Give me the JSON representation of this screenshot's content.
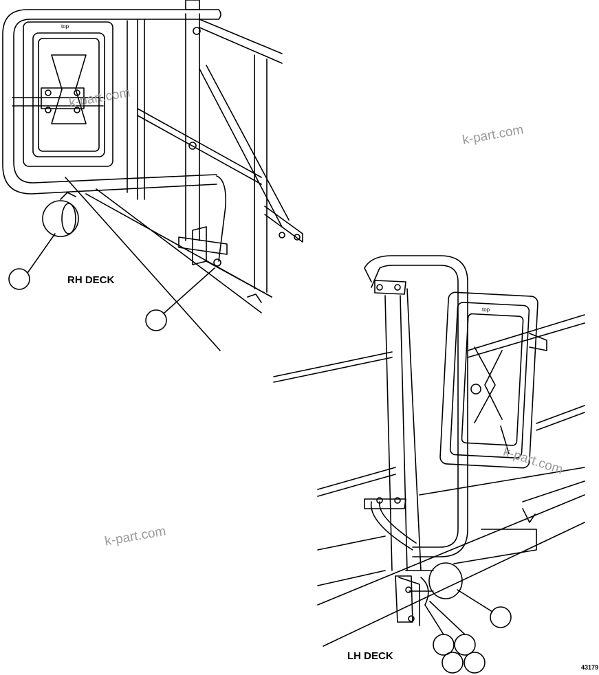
{
  "labels": {
    "rh_deck": "RH DECK",
    "lh_deck": "LH DECK",
    "figure_number": "43179",
    "plate_top_rh": "top",
    "plate_top_lh": "top"
  },
  "watermarks": [
    "k-part.com",
    "k-part.com",
    "k-part.com",
    "k-part.com"
  ],
  "callouts": [
    {
      "id": "rh-callout-1",
      "text": ""
    },
    {
      "id": "rh-callout-2",
      "text": ""
    },
    {
      "id": "lh-callout-1",
      "text": ""
    },
    {
      "id": "lh-callout-2",
      "text": ""
    },
    {
      "id": "lh-callout-3",
      "text": ""
    },
    {
      "id": "lh-callout-4",
      "text": ""
    },
    {
      "id": "lh-callout-5",
      "text": ""
    }
  ],
  "colors": {
    "line": "#000000",
    "background": "#ffffff",
    "watermark": "#9a9a9a"
  }
}
